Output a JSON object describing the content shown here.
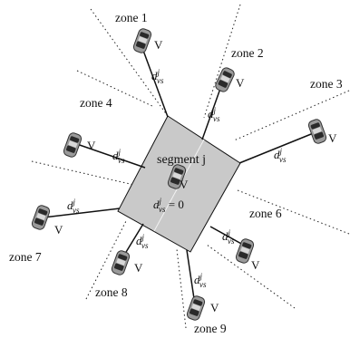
{
  "segment": {
    "label": "segment j",
    "distance_label": "d_vs^j = 0"
  },
  "vehicle_label": "V",
  "distance_label": "d_vs^j",
  "zones": [
    {
      "id": "zone-1",
      "label": "zone 1"
    },
    {
      "id": "zone-2",
      "label": "zone 2"
    },
    {
      "id": "zone-3",
      "label": "zone 3"
    },
    {
      "id": "zone-4",
      "label": "zone 4"
    },
    {
      "id": "zone-6",
      "label": "zone 6"
    },
    {
      "id": "zone-7",
      "label": "zone 7"
    },
    {
      "id": "zone-8",
      "label": "zone 8"
    },
    {
      "id": "zone-9",
      "label": "zone 9"
    }
  ],
  "colors": {
    "segment_fill": "#c9c9c9",
    "line": "#111111",
    "boundary": "#222222",
    "car_body": "#9a9a9a"
  }
}
